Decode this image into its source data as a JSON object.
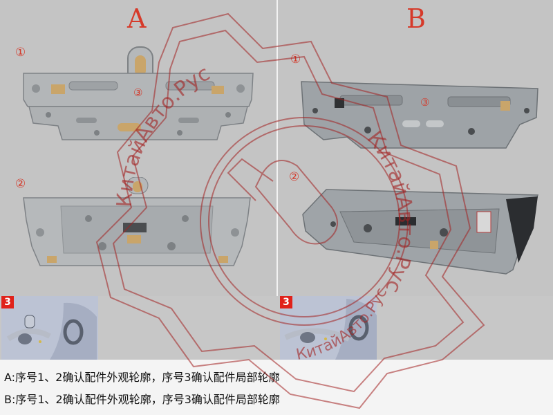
{
  "panel_a": {
    "label": "A",
    "markers": [
      "①",
      "②",
      "③"
    ],
    "detail_tag": "3"
  },
  "panel_b": {
    "label": "B",
    "markers": [
      "①",
      "②",
      "③"
    ],
    "detail_tag": "3"
  },
  "captions": [
    "A:序号1、2确认配件外观轮廓，序号3确认配件局部轮廓",
    "B:序号1、2确认配件外观轮廓，序号3确认配件局部轮廓"
  ],
  "watermark": {
    "top_arc": "КитайАвто.Рус",
    "side_arc": "КитайАвто.Рус",
    "bottom_arc": "КитайАвто.Рус"
  },
  "colors": {
    "label_red": "#d63a2a",
    "tag_red": "#e0221a",
    "metal": "#a9adaf",
    "background": "#c4c4c4"
  }
}
